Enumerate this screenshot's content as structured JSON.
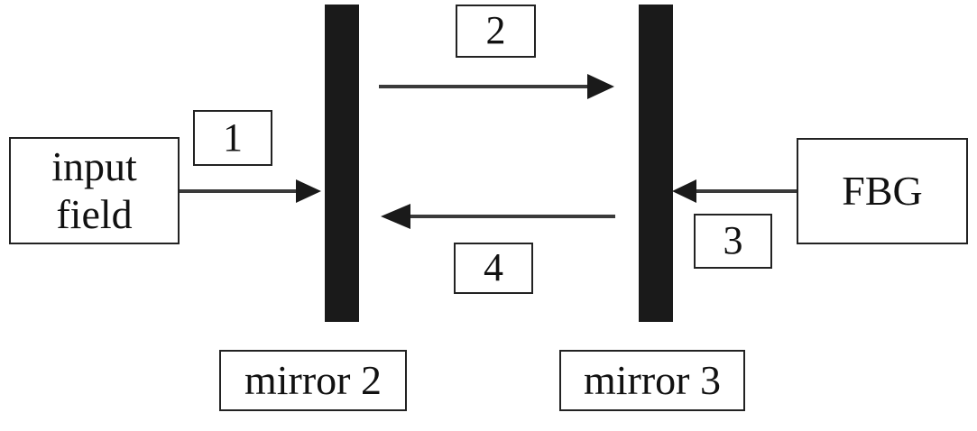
{
  "nodes": {
    "input_field": [
      "input",
      "field"
    ],
    "fbg": "FBG",
    "mirror2_label": "mirror 2",
    "mirror3_label": "mirror 3"
  },
  "step_labels": [
    "1",
    "2",
    "3",
    "4"
  ],
  "colors": {
    "mirror": "#1a1a1a",
    "arrow": "#3a3a3a",
    "border": "#222222"
  }
}
